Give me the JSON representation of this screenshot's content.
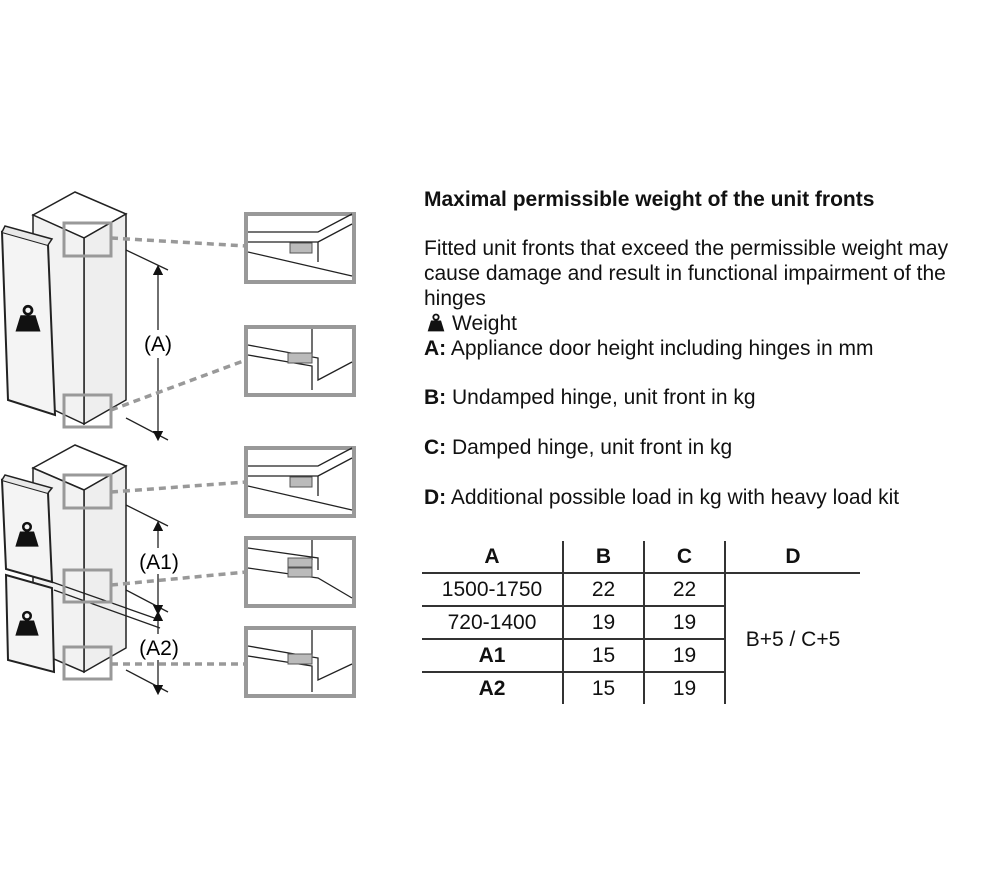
{
  "title": "Maximal permissible weight of the unit fronts",
  "intro": "Fitted unit fronts that exceed the permissible weight may cause damage and result in functional impairment of the hinges",
  "legend": {
    "weight": "Weight",
    "a_key": "A:",
    "a_text": " Appliance door height including hinges in mm",
    "b_key": "B:",
    "b_text": " Undamped hinge, unit front in kg",
    "c_key": "C:",
    "c_text": " Damped hinge, unit front in kg",
    "d_key": "D:",
    "d_text": " Additional possible load in kg with heavy load kit"
  },
  "table": {
    "headers": [
      "A",
      "B",
      "C",
      "D"
    ],
    "rows": [
      [
        "1500-1750",
        "22",
        "22"
      ],
      [
        "720-1400",
        "19",
        "19"
      ],
      [
        "A1",
        "15",
        "19"
      ],
      [
        "A2",
        "15",
        "19"
      ]
    ],
    "d_value": "B+5 / C+5"
  },
  "diagram": {
    "label_a": "(A)",
    "label_a1": "(A1)",
    "label_a2": "(A2)"
  }
}
